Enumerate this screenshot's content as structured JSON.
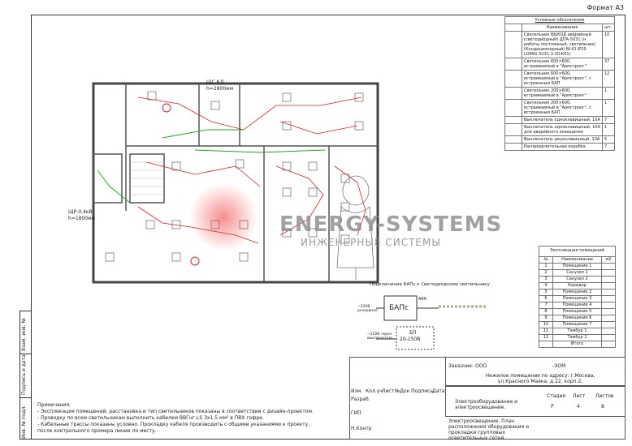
{
  "format": "Формат А3",
  "legend": {
    "title": "Условные обозначения",
    "col_name": "Наименование",
    "col_qty": "шт.",
    "rows": [
      {
        "name": "Светильник ВЫХОД аварийный (светодиодный) ДПА-5031 (н. работы постоянный, светильник) (Кондиционерный) NI-IO IP20 LOPAG-5031-3-20-K01)",
        "qty": "10"
      },
      {
        "name": "Светильник 600×600, встраиваемый в \"Армстронг\"",
        "qty": "37"
      },
      {
        "name": "Светильник 600×600, встраиваемый в \"Армстронг\", с встроенным БАП",
        "qty": "12"
      },
      {
        "name": "Светильник 200×600, встраиваемый в \"Армстронг\"",
        "qty": "1"
      },
      {
        "name": "Светильник 200×600, встраиваемый в \"Армстронг\", с встроенным БАП",
        "qty": "1"
      },
      {
        "name": "Выключатель одноклавишный, 10А",
        "qty": "7"
      },
      {
        "name": "Выключатель одноклавишный, 10А для аварийного освещения",
        "qty": "1"
      },
      {
        "name": "Выключатель двухклавишный, 10А",
        "qty": "5"
      },
      {
        "name": "Распределительная коробка",
        "qty": "7"
      }
    ]
  },
  "rooms": {
    "title": "Экспликация помещений",
    "col_no": "№",
    "col_name": "Наименование",
    "col_area": "м2",
    "rows": [
      {
        "no": "1",
        "name": "Помещение 1"
      },
      {
        "no": "2",
        "name": "Санузел 1"
      },
      {
        "no": "3",
        "name": "Санузел 2"
      },
      {
        "no": "4",
        "name": "Коридор"
      },
      {
        "no": "5",
        "name": "Помещение 2"
      },
      {
        "no": "6",
        "name": "Помещение 3"
      },
      {
        "no": "7",
        "name": "Помещение 4"
      },
      {
        "no": "8",
        "name": "Помещение 5"
      },
      {
        "no": "9",
        "name": "Помещение 6"
      },
      {
        "no": "10",
        "name": "Помещение 7"
      },
      {
        "no": "11",
        "name": "Тамбур 1"
      },
      {
        "no": "12",
        "name": "Тамбур 2"
      }
    ],
    "total": "Итого"
  },
  "plan": {
    "panel_label": "ЩР-0,4кВ",
    "panel_height": "h=1800мм",
    "panel2_label": "ЩС КЛ",
    "panel2_height": "h=2800мм",
    "bap_title": "Подключение БАПс к Светодиодному светильнику",
    "bap_label": "БАПс",
    "bp_label": "БП",
    "bp_value": "20-150В",
    "bap_in1": "~220В резервное",
    "bap_in2": "~220В через выключатель",
    "akk": "АКК"
  },
  "watermark": {
    "brand": "ENERGY-SYSTEMS",
    "sub": "ИНЖЕНЕРНЫЕ СИСТЕМЫ"
  },
  "notes": {
    "title": "Примечания:",
    "lines": [
      "- Экспликация помещений, расстановка и тип светильников показаны в соответствии с дизайн-проектом.",
      "- Проводку по всем светильникам выполнить кабелем ВВГнг-LS 3х1,5 мм² в ПВХ гофре.",
      "- Кабельные трассы показаны условно. Прокладку кабеля производить с общими указаниями к проекту, после контрольного промера линии по месту."
    ]
  },
  "stamp": {
    "order": "Заказчик: ООО",
    "code": "-ЭОМ",
    "object": "Нежилое помещение по адресу: г.Москва, ул.Красного Маяка, д.22, корп.2,",
    "cols": [
      "Изм.",
      "Кол.уч",
      "Лист",
      "№Док",
      "Подпись",
      "Дата"
    ],
    "row_dev": "Разраб.",
    "row_gip": "ГИП",
    "row_norm": "Н.Контр",
    "section": "Электрооборудование и электроосвещение.",
    "stage_h": "Стадия",
    "sheet_h": "Лист",
    "sheets_h": "Листов",
    "stage": "Р",
    "sheet": "4",
    "sheets": "8",
    "drawing": "Электроосвещение. План расположения оборудования и прокладки групповых осветительных сетей."
  },
  "side": [
    "Инв. № подл.",
    "Подпись и дата",
    "Взам. инв. №"
  ]
}
